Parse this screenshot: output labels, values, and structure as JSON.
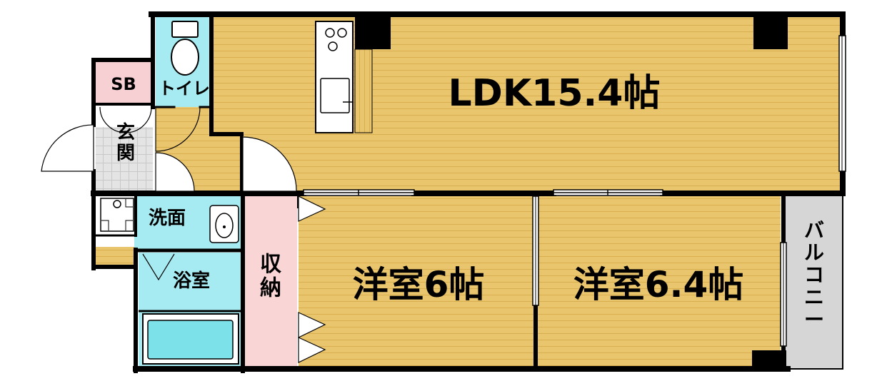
{
  "rooms": {
    "ldk": "LDK15.4帖",
    "western1": "洋室6帖",
    "western2": "洋室6.4帖",
    "toilet": "トイレ",
    "sb": "SB",
    "entrance": "玄関",
    "washroom": "洗面",
    "bathroom": "浴室",
    "storage": "収納",
    "balcony": "バルコニー"
  },
  "colors": {
    "flooring": "#E9C56D",
    "flooring_line": "#D9AE4F",
    "wet_area": "#A7EBF2",
    "storage": "#F9D5D6",
    "sb": "#F7D0D3",
    "entrance_tile": "#E0E0E0",
    "balcony": "#D6D6D6",
    "wall": "#000000"
  }
}
